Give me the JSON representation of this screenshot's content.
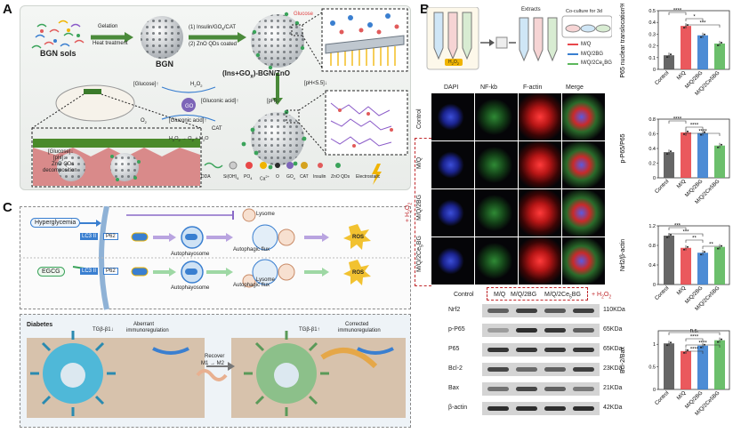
{
  "panels": {
    "a": "A",
    "b": "B",
    "c": "C"
  },
  "panelA": {
    "bgn_sols": "BGN sols",
    "bgn": "BGN",
    "gelation": "Gelation",
    "heat": "Heat treatment",
    "step1": "(1) Insulin/GO",
    "step1b": "x",
    "step1c": "/CAT",
    "step2": "(2) ZnO QDs coated",
    "glucose": "Glucose",
    "product": "(Ins+GO",
    "product_b": "x",
    "product_c": ")-BGN/ZnO",
    "glucose_up": "[Glucose]",
    "h2o2": "H",
    "gox": "GO",
    "gox_sub": "x",
    "o2": "O",
    "gluconic1": "[Gluconic acid]",
    "gluconic2": "[Gluconic acid]",
    "ph": "[pH]",
    "ph55": "[pH<5.5]",
    "cat": "CAT",
    "reaction": "H",
    "inset_glucose": "[Glucose]",
    "inset_ph": "[pH]",
    "inset_zno": "ZnO QDs",
    "inset_decomp": "decomposition",
    "legend": [
      "DDA",
      "Si(OH)",
      "PO",
      "Ca",
      "O",
      "GO",
      "CAT",
      "Insulin",
      "ZnO QDs",
      "Electrostatic"
    ],
    "legend_sub": [
      "",
      "4",
      "4",
      "2+",
      "",
      "x",
      "",
      "",
      "",
      ""
    ]
  },
  "panelB": {
    "extracts": "Extracts",
    "coculture": "Co-culture for 3d",
    "h2o2": "H",
    "legend": [
      {
        "label": "M/Q",
        "color": "#e8474b"
      },
      {
        "label": "M/Q/2BG",
        "color": "#3a7fd0"
      },
      {
        "label": "M/Q/2Ce",
        "sub": "5",
        "tail": "BG",
        "color": "#5cb85c"
      }
    ],
    "ihc_cols": [
      "DAPI",
      "NF-kb",
      "F-actin",
      "Merge"
    ],
    "ihc_rows": [
      "Control",
      "M/Q",
      "M/Q/2BG",
      "M/Q/2Ce",
      "+ H"
    ],
    "wb_header": [
      "Control",
      "M/Q",
      "M/Q/2BG",
      "M/Q/2Ce",
      "BG",
      "+ H"
    ],
    "wb_proteins": [
      "Nrf2",
      "p-P65",
      "P65",
      "Bcl-2",
      "Bax",
      "β-actin"
    ],
    "wb_sizes": [
      "110KDa",
      "65KDa",
      "65KDa",
      "23KDa",
      "21KDa",
      "42KDa"
    ]
  },
  "chart_data": [
    {
      "type": "bar",
      "ylabel": "P65 nuclear translocation%",
      "categories": [
        "Control",
        "M/Q",
        "M/Q/2BG",
        "M/Q/2Ce5BG"
      ],
      "values": [
        0.12,
        0.37,
        0.29,
        0.22
      ],
      "colors": [
        "#555555",
        "#e8474b",
        "#3a7fd0",
        "#5cb85c"
      ],
      "sig": [
        "****",
        "*",
        "***"
      ]
    },
    {
      "type": "bar",
      "ylabel": "p-P65/P65",
      "categories": [
        "Control",
        "M/Q",
        "M/Q/2BG",
        "M/Q/2Ce5BG"
      ],
      "values": [
        0.35,
        0.62,
        0.61,
        0.44
      ],
      "colors": [
        "#555555",
        "#e8474b",
        "#3a7fd0",
        "#5cb85c"
      ],
      "sig": [
        "****",
        "****",
        "****"
      ]
    },
    {
      "type": "bar",
      "ylabel": "Nrf2/β-actin",
      "categories": [
        "Control",
        "M/Q",
        "M/Q/2BG",
        "M/Q/2Ce5BG"
      ],
      "values": [
        1.0,
        0.75,
        0.65,
        0.77
      ],
      "colors": [
        "#555555",
        "#e8474b",
        "#3a7fd0",
        "#5cb85c"
      ],
      "sig": [
        "***",
        "***",
        "**",
        "**"
      ]
    },
    {
      "type": "bar",
      "ylabel": "Bcl-2/Bax",
      "categories": [
        "Control",
        "M/Q",
        "M/Q/2BG",
        "M/Q/2Ce5BG"
      ],
      "values": [
        1.02,
        0.85,
        0.97,
        1.09
      ],
      "colors": [
        "#555555",
        "#e8474b",
        "#3a7fd0",
        "#5cb85c"
      ],
      "sig": [
        "n.s.",
        "****",
        "****",
        "****"
      ]
    }
  ],
  "panelC": {
    "hyperglycemia": "Hyperglycemia",
    "egcg": "EGCG",
    "lc3": "LC3 II",
    "p62": "P62",
    "lysome1": "Lysome",
    "lysome2": "Lysome",
    "autoph1": "Autophayosome",
    "autoph2": "Autophayosome",
    "flux1": "Autophagic flux",
    "flux2": "Autophagic flux",
    "ros1": "ROS",
    "ros2": "ROS",
    "diabetes": "Diabetes",
    "tgf1": "TGβ-β1↓",
    "aberrant": "Aberrant",
    "aberrant2": "immunoregulation",
    "tgf2": "TGβ-β1↑",
    "corrected": "Corrected",
    "corrected2": "immunoregulation",
    "recover": "Recover",
    "m1m2": "M1 → M2"
  },
  "colors": {
    "ctrl": "#555555",
    "mq": "#e8474b",
    "bg": "#3a7fd0",
    "ce": "#5cb85c"
  }
}
